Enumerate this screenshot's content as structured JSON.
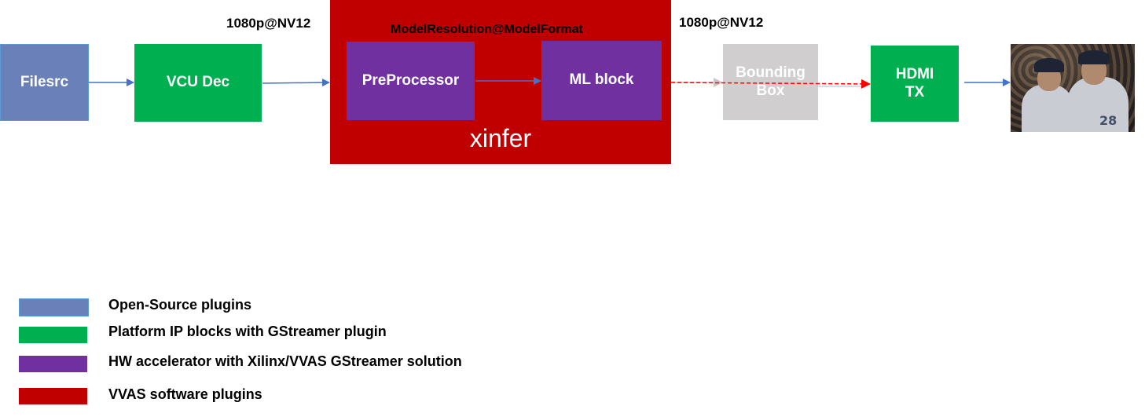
{
  "diagram": {
    "title": "VVAS ML inference pipeline",
    "colors": {
      "open_source": "#6a80b8",
      "platform_ip": "#00b050",
      "hw_accelerator": "#7030a0",
      "vvas_software": "#c00000",
      "disabled": "#d0cece",
      "arrow_blue": "#4472c4",
      "arrow_red": "#ff0000"
    },
    "format_labels": {
      "input": "1080p@NV12",
      "model": "ModelResolution@ModelFormat",
      "output": "1080p@NV12"
    },
    "nodes": [
      {
        "id": "filesrc",
        "label": "Filesrc",
        "category": "open_source"
      },
      {
        "id": "vcu_dec",
        "label": "VCU Dec",
        "category": "platform_ip"
      },
      {
        "id": "xinfer",
        "label": "xinfer",
        "category": "vvas_software",
        "children": [
          "preprocessor",
          "ml_block"
        ]
      },
      {
        "id": "preprocessor",
        "label": "PreProcessor",
        "category": "hw_accelerator"
      },
      {
        "id": "ml_block",
        "label": "ML block",
        "category": "hw_accelerator"
      },
      {
        "id": "bounding_box",
        "label": "Bounding Box",
        "category": "disabled"
      },
      {
        "id": "hdmi_tx",
        "label": "HDMI TX",
        "category": "platform_ip"
      },
      {
        "id": "output_display",
        "label": "",
        "category": "image"
      }
    ],
    "edges": [
      {
        "from": "filesrc",
        "to": "vcu_dec",
        "style": "solid"
      },
      {
        "from": "vcu_dec",
        "to": "xinfer",
        "style": "solid"
      },
      {
        "from": "preprocessor",
        "to": "ml_block",
        "style": "solid"
      },
      {
        "from": "ml_block",
        "to": "hdmi_tx",
        "style": "dashed"
      },
      {
        "from": "ml_block",
        "to": "bounding_box",
        "style": "faded"
      },
      {
        "from": "bounding_box",
        "to": "hdmi_tx",
        "style": "faded"
      },
      {
        "from": "hdmi_tx",
        "to": "output_display",
        "style": "solid"
      }
    ],
    "legend": [
      {
        "label": "Open-Source plugins",
        "category": "open_source"
      },
      {
        "label": "Platform IP blocks with GStreamer plugin",
        "category": "platform_ip"
      },
      {
        "label": "HW accelerator with Xilinx/VVAS GStreamer solution",
        "category": "hw_accelerator"
      },
      {
        "label": "VVAS software plugins",
        "category": "vvas_software"
      }
    ]
  },
  "blocks": {
    "filesrc": "Filesrc",
    "vcu_dec": "VCU Dec",
    "xinfer": "xinfer",
    "preprocessor": "PreProcessor",
    "ml_block": "ML block",
    "bounding_box_line1": "Bounding",
    "bounding_box_line2": "Box",
    "hdmi_tx_line1": "HDMI",
    "hdmi_tx_line2": "TX"
  },
  "labels": {
    "input_format": "1080p@NV12",
    "model_format": "ModelResolution@ModelFormat",
    "output_format": "1080p@NV12"
  },
  "photo": {
    "jersey_number": "28"
  },
  "legend": {
    "items": [
      {
        "label": "Open-Source plugins"
      },
      {
        "label": "Platform IP blocks with GStreamer plugin"
      },
      {
        "label": "HW accelerator with Xilinx/VVAS GStreamer solution"
      },
      {
        "label": "VVAS software plugins"
      }
    ]
  }
}
